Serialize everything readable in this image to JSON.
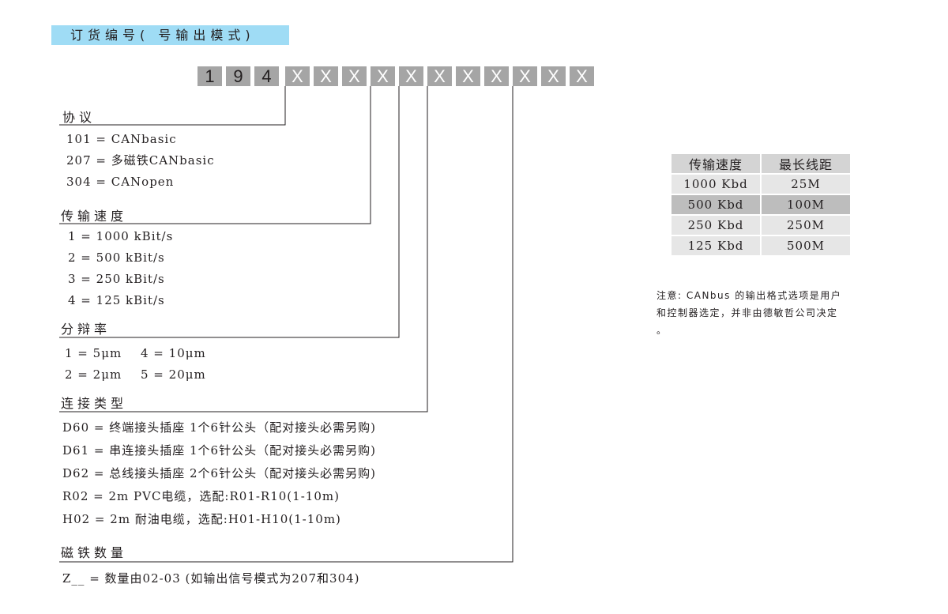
{
  "header": {
    "title": "订货编号(  号输出模式)"
  },
  "code": [
    "1",
    "9",
    "4",
    "X",
    "X",
    "X",
    "X",
    "X",
    "X",
    "X",
    "X",
    "X",
    "X",
    "X"
  ],
  "sections": {
    "protocol": {
      "title": "协议",
      "options": [
        "101 = CANbasic",
        "207 = 多磁铁CANbasic",
        "304 = CANopen"
      ]
    },
    "speed": {
      "title": "传输速度",
      "options": [
        "1 = 1000 kBit/s",
        "2 = 500 kBit/s",
        "3 = 250 kBit/s",
        "4 = 125 kBit/s"
      ]
    },
    "resolution": {
      "title": "分辩率",
      "options": [
        "1 = 5μm",
        "4 = 10μm",
        "2 = 2μm",
        "5 = 20μm"
      ]
    },
    "connection": {
      "title": "连接类型",
      "options": [
        "D60 = 终端接头插座 1个6针公头（配对接头必需另购)",
        "D61 = 串连接头插座 1个6针公头（配对接头必需另购)",
        "D62 = 总线接头插座 2个6针公头（配对接头必需另购)",
        "R02 = 2m PVC电缆，选配:R01-R10(1-10m)",
        "H02 = 2m 耐油电缆，选配:H01-H10(1-10m)"
      ]
    },
    "magnets": {
      "title": "磁铁数量",
      "options": [
        "Z__ = 数量由02-03 (如输出信号模式为207和304)"
      ]
    }
  },
  "speed_table": {
    "headers": [
      "传输速度",
      "最长线距"
    ],
    "rows": [
      [
        "1000 Kbd",
        "25M"
      ],
      [
        "500 Kbd",
        "100M"
      ],
      [
        "250 Kbd",
        "250M"
      ],
      [
        "125 Kbd",
        "500M"
      ]
    ]
  },
  "note": {
    "lines": [
      "注意: CANbus 的输出格式选项是用户",
      "和控制器选定，并非由德敏哲公司决定",
      "。"
    ]
  },
  "colors": {
    "banner": "#9fdcf5",
    "code_box": "#a5a5a5",
    "table_header": "#d4d4d4",
    "table_row": "#e6e6e6",
    "table_highlight": "#bdbdbd"
  }
}
